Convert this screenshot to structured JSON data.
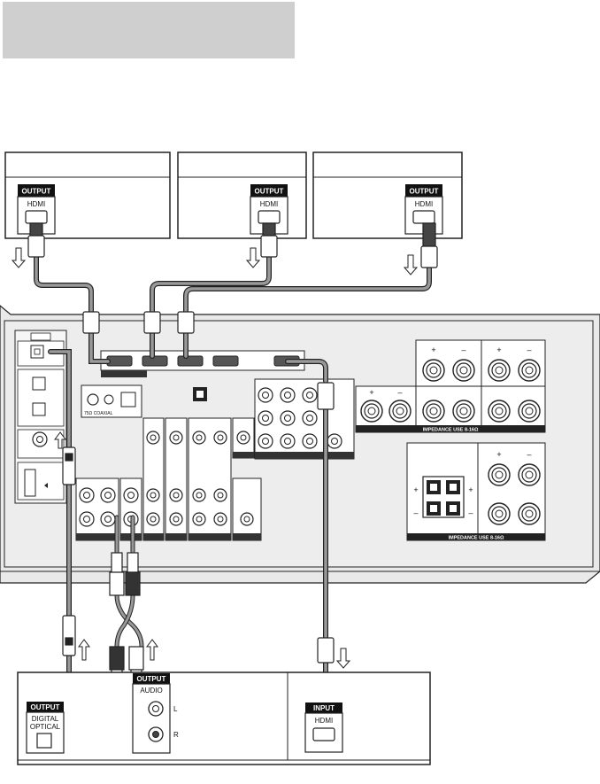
{
  "labels": {
    "output": "OUTPUT",
    "hdmi": "HDMI",
    "input": "INPUT",
    "audio": "AUDIO",
    "left": "L",
    "right": "R",
    "digital": "DIGITAL",
    "optical": "OPTICAL",
    "coaxial": "75Ω COAXIAL",
    "impedance": "IMPEDANCE USE 8-16Ω",
    "impedance2": "IMPEDANCE USE 8-16Ω"
  },
  "colors": {
    "cable": "#8a8a8a",
    "tab": "#cfcfcf",
    "panel": "#e9e9e9",
    "outline": "#222222"
  }
}
